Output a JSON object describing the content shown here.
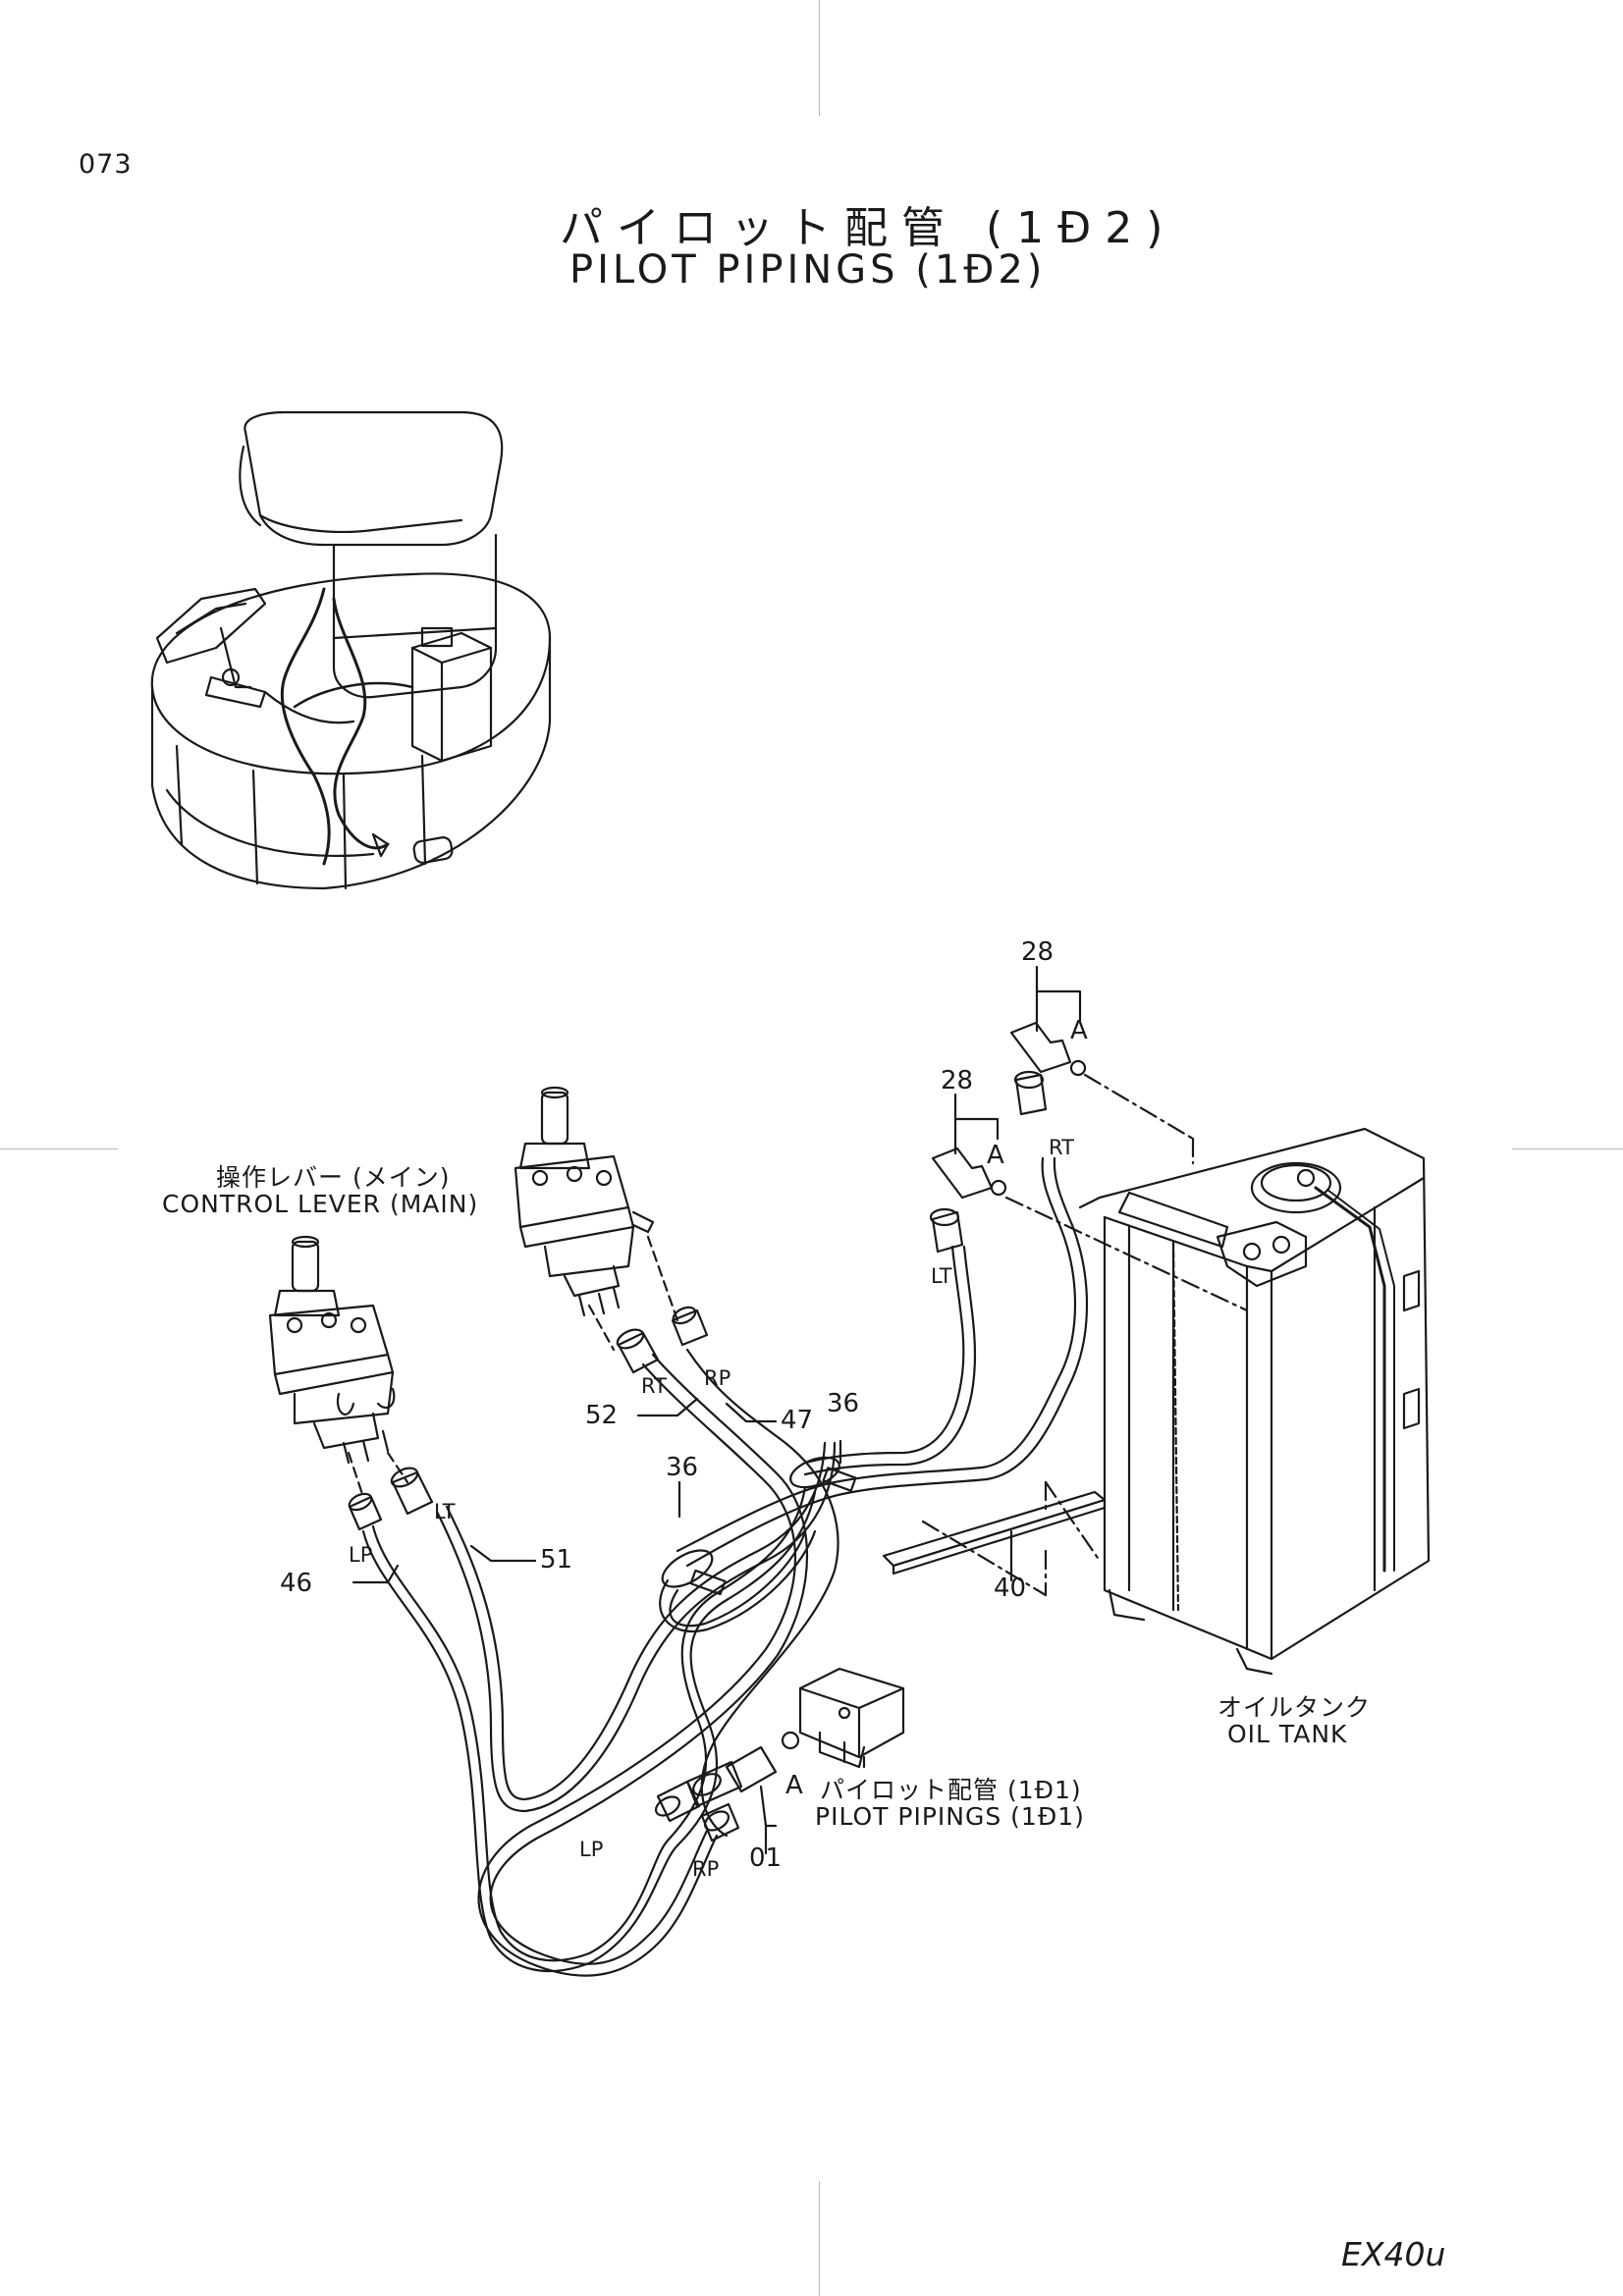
{
  "header": {
    "page_number": "073",
    "title_jp": "パイロット配管 (1Ð2)",
    "title_en": "PILOT PIPINGS (1Ð2)"
  },
  "labels": {
    "control_lever_jp": "操作レバー (メイン)",
    "control_lever_en": "CONTROL LEVER (MAIN)",
    "oil_tank_jp": "オイルタンク",
    "oil_tank_en": "OIL TANK",
    "pilot_ref_jp": "パイロット配管 (1Ð1)",
    "pilot_ref_en": "PILOT PIPINGS (1Ð1)"
  },
  "callouts": {
    "p28a": "28",
    "p28b": "28",
    "p36a": "36",
    "p36b": "36",
    "p40": "40",
    "p46": "46",
    "p47": "47",
    "p51": "51",
    "p52": "52",
    "p01": "01",
    "a1": "A",
    "a2": "A",
    "a3": "A",
    "rt1": "RT",
    "rt2": "RT",
    "rp1": "RP",
    "rp2": "RP",
    "lt1": "LT",
    "lt2": "LT",
    "lp1": "LP",
    "lp2": "LP"
  },
  "footer": {
    "model": "EX40u"
  }
}
